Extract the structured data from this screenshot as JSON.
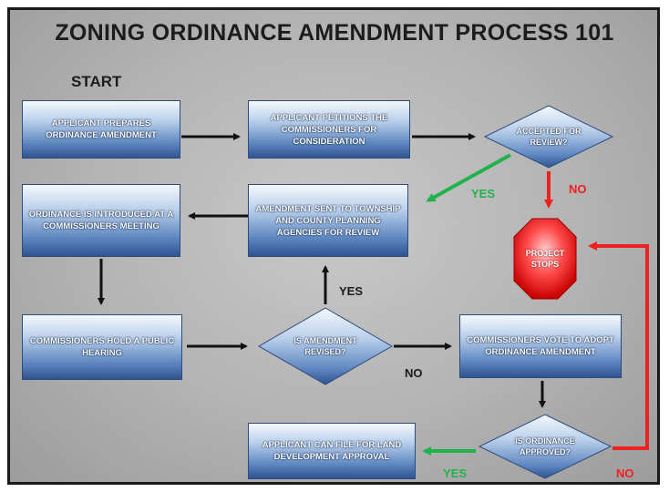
{
  "title": "ZONING ORDINANCE AMENDMENT PROCESS 101",
  "start_label": "START",
  "nodes": {
    "prepare": "APPLICANT PREPARES ORDINANCE AMENDMENT",
    "petition": "APPLICANT PETITIONS THE COMMISSIONERS FOR CONSIDERATION",
    "introduced": "ORDINANCE IS INTRODUCED AT A COMMISSIONERS MEETING",
    "sent": "AMENDMENT SENT TO TOWNSHIP AND COUNTY PLANNING AGENCIES FOR REVIEW",
    "hearing": "COMMISSIONERS HOLD A PUBLIC HEARING",
    "vote": "COMMISSIONERS VOTE TO ADOPT ORDINANCE AMENDMENT",
    "land": "APPLICANT CAN FILE FOR LAND DEVELOPMENT APPROVAL"
  },
  "decisions": {
    "accepted": "ACCEPTED FOR REVIEW?",
    "revised": "IS AMENDMENT REVISED?",
    "approved": "IS ORDINANCE APPROVED?"
  },
  "stop": "PROJECT STOPS",
  "labels": {
    "yes_accepted": "YES",
    "no_accepted": "NO",
    "yes_revised": "YES",
    "no_revised": "NO",
    "yes_approved": "YES",
    "no_approved": "NO"
  },
  "colors": {
    "box_blue": "#5d86c0",
    "yes_green": "#22b24c",
    "no_red": "#ee2020",
    "stop_red": "#ff4a4a",
    "background": "#b3b3b3"
  }
}
